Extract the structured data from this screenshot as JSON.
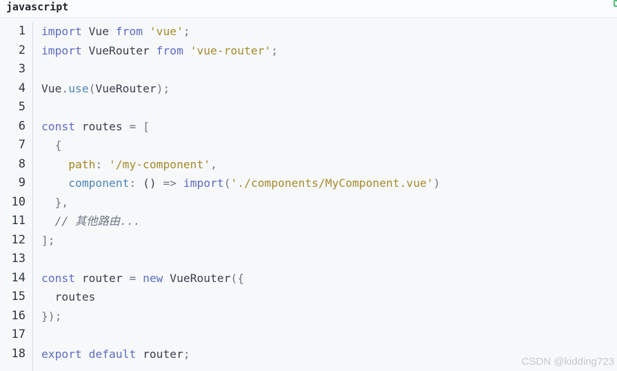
{
  "header": {
    "language": "javascript",
    "copy_icon": "copy-icon"
  },
  "code": {
    "line_numbers": [
      "1",
      "2",
      "3",
      "4",
      "5",
      "6",
      "7",
      "8",
      "9",
      "10",
      "11",
      "12",
      "13",
      "14",
      "15",
      "16",
      "17",
      "18"
    ],
    "lines": [
      [
        {
          "t": "import",
          "c": "kw"
        },
        {
          "t": " Vue ",
          "c": "plain"
        },
        {
          "t": "from",
          "c": "kw"
        },
        {
          "t": " ",
          "c": "plain"
        },
        {
          "t": "'vue'",
          "c": "str"
        },
        {
          "t": ";",
          "c": "punc"
        }
      ],
      [
        {
          "t": "import",
          "c": "kw"
        },
        {
          "t": " VueRouter ",
          "c": "plain"
        },
        {
          "t": "from",
          "c": "kw"
        },
        {
          "t": " ",
          "c": "plain"
        },
        {
          "t": "'vue-router'",
          "c": "str"
        },
        {
          "t": ";",
          "c": "punc"
        }
      ],
      [],
      [
        {
          "t": "Vue",
          "c": "plain"
        },
        {
          "t": ".",
          "c": "punc"
        },
        {
          "t": "use",
          "c": "fn"
        },
        {
          "t": "(",
          "c": "punc"
        },
        {
          "t": "VueRouter",
          "c": "plain"
        },
        {
          "t": ");",
          "c": "punc"
        }
      ],
      [],
      [
        {
          "t": "const",
          "c": "kw"
        },
        {
          "t": " routes ",
          "c": "plain"
        },
        {
          "t": "=",
          "c": "punc"
        },
        {
          "t": " ",
          "c": "plain"
        },
        {
          "t": "[",
          "c": "punc"
        }
      ],
      [
        {
          "t": "  ",
          "c": "plain"
        },
        {
          "t": "{",
          "c": "punc"
        }
      ],
      [
        {
          "t": "    ",
          "c": "plain"
        },
        {
          "t": "path",
          "c": "prop"
        },
        {
          "t": ": ",
          "c": "punc"
        },
        {
          "t": "'/my-component'",
          "c": "str"
        },
        {
          "t": ",",
          "c": "punc"
        }
      ],
      [
        {
          "t": "    ",
          "c": "plain"
        },
        {
          "t": "component",
          "c": "fn"
        },
        {
          "t": ": ",
          "c": "punc"
        },
        {
          "t": "() ",
          "c": "plain"
        },
        {
          "t": "=>",
          "c": "punc"
        },
        {
          "t": " ",
          "c": "plain"
        },
        {
          "t": "import",
          "c": "kw"
        },
        {
          "t": "(",
          "c": "punc"
        },
        {
          "t": "'./components/MyComponent.vue'",
          "c": "str"
        },
        {
          "t": ")",
          "c": "punc"
        }
      ],
      [
        {
          "t": "  ",
          "c": "plain"
        },
        {
          "t": "},",
          "c": "punc"
        }
      ],
      [
        {
          "t": "  ",
          "c": "plain"
        },
        {
          "t": "// 其他路由...",
          "c": "cm"
        }
      ],
      [
        {
          "t": "];",
          "c": "punc"
        }
      ],
      [],
      [
        {
          "t": "const",
          "c": "kw"
        },
        {
          "t": " router ",
          "c": "plain"
        },
        {
          "t": "=",
          "c": "punc"
        },
        {
          "t": " ",
          "c": "plain"
        },
        {
          "t": "new",
          "c": "kw"
        },
        {
          "t": " VueRouter",
          "c": "plain"
        },
        {
          "t": "({",
          "c": "punc"
        }
      ],
      [
        {
          "t": "  routes",
          "c": "plain"
        }
      ],
      [
        {
          "t": "});",
          "c": "punc"
        }
      ],
      [],
      [
        {
          "t": "export",
          "c": "kw"
        },
        {
          "t": " ",
          "c": "plain"
        },
        {
          "t": "default",
          "c": "kw"
        },
        {
          "t": " router",
          "c": "plain"
        },
        {
          "t": ";",
          "c": "punc"
        }
      ]
    ]
  },
  "watermark": "CSDN @kidding723"
}
